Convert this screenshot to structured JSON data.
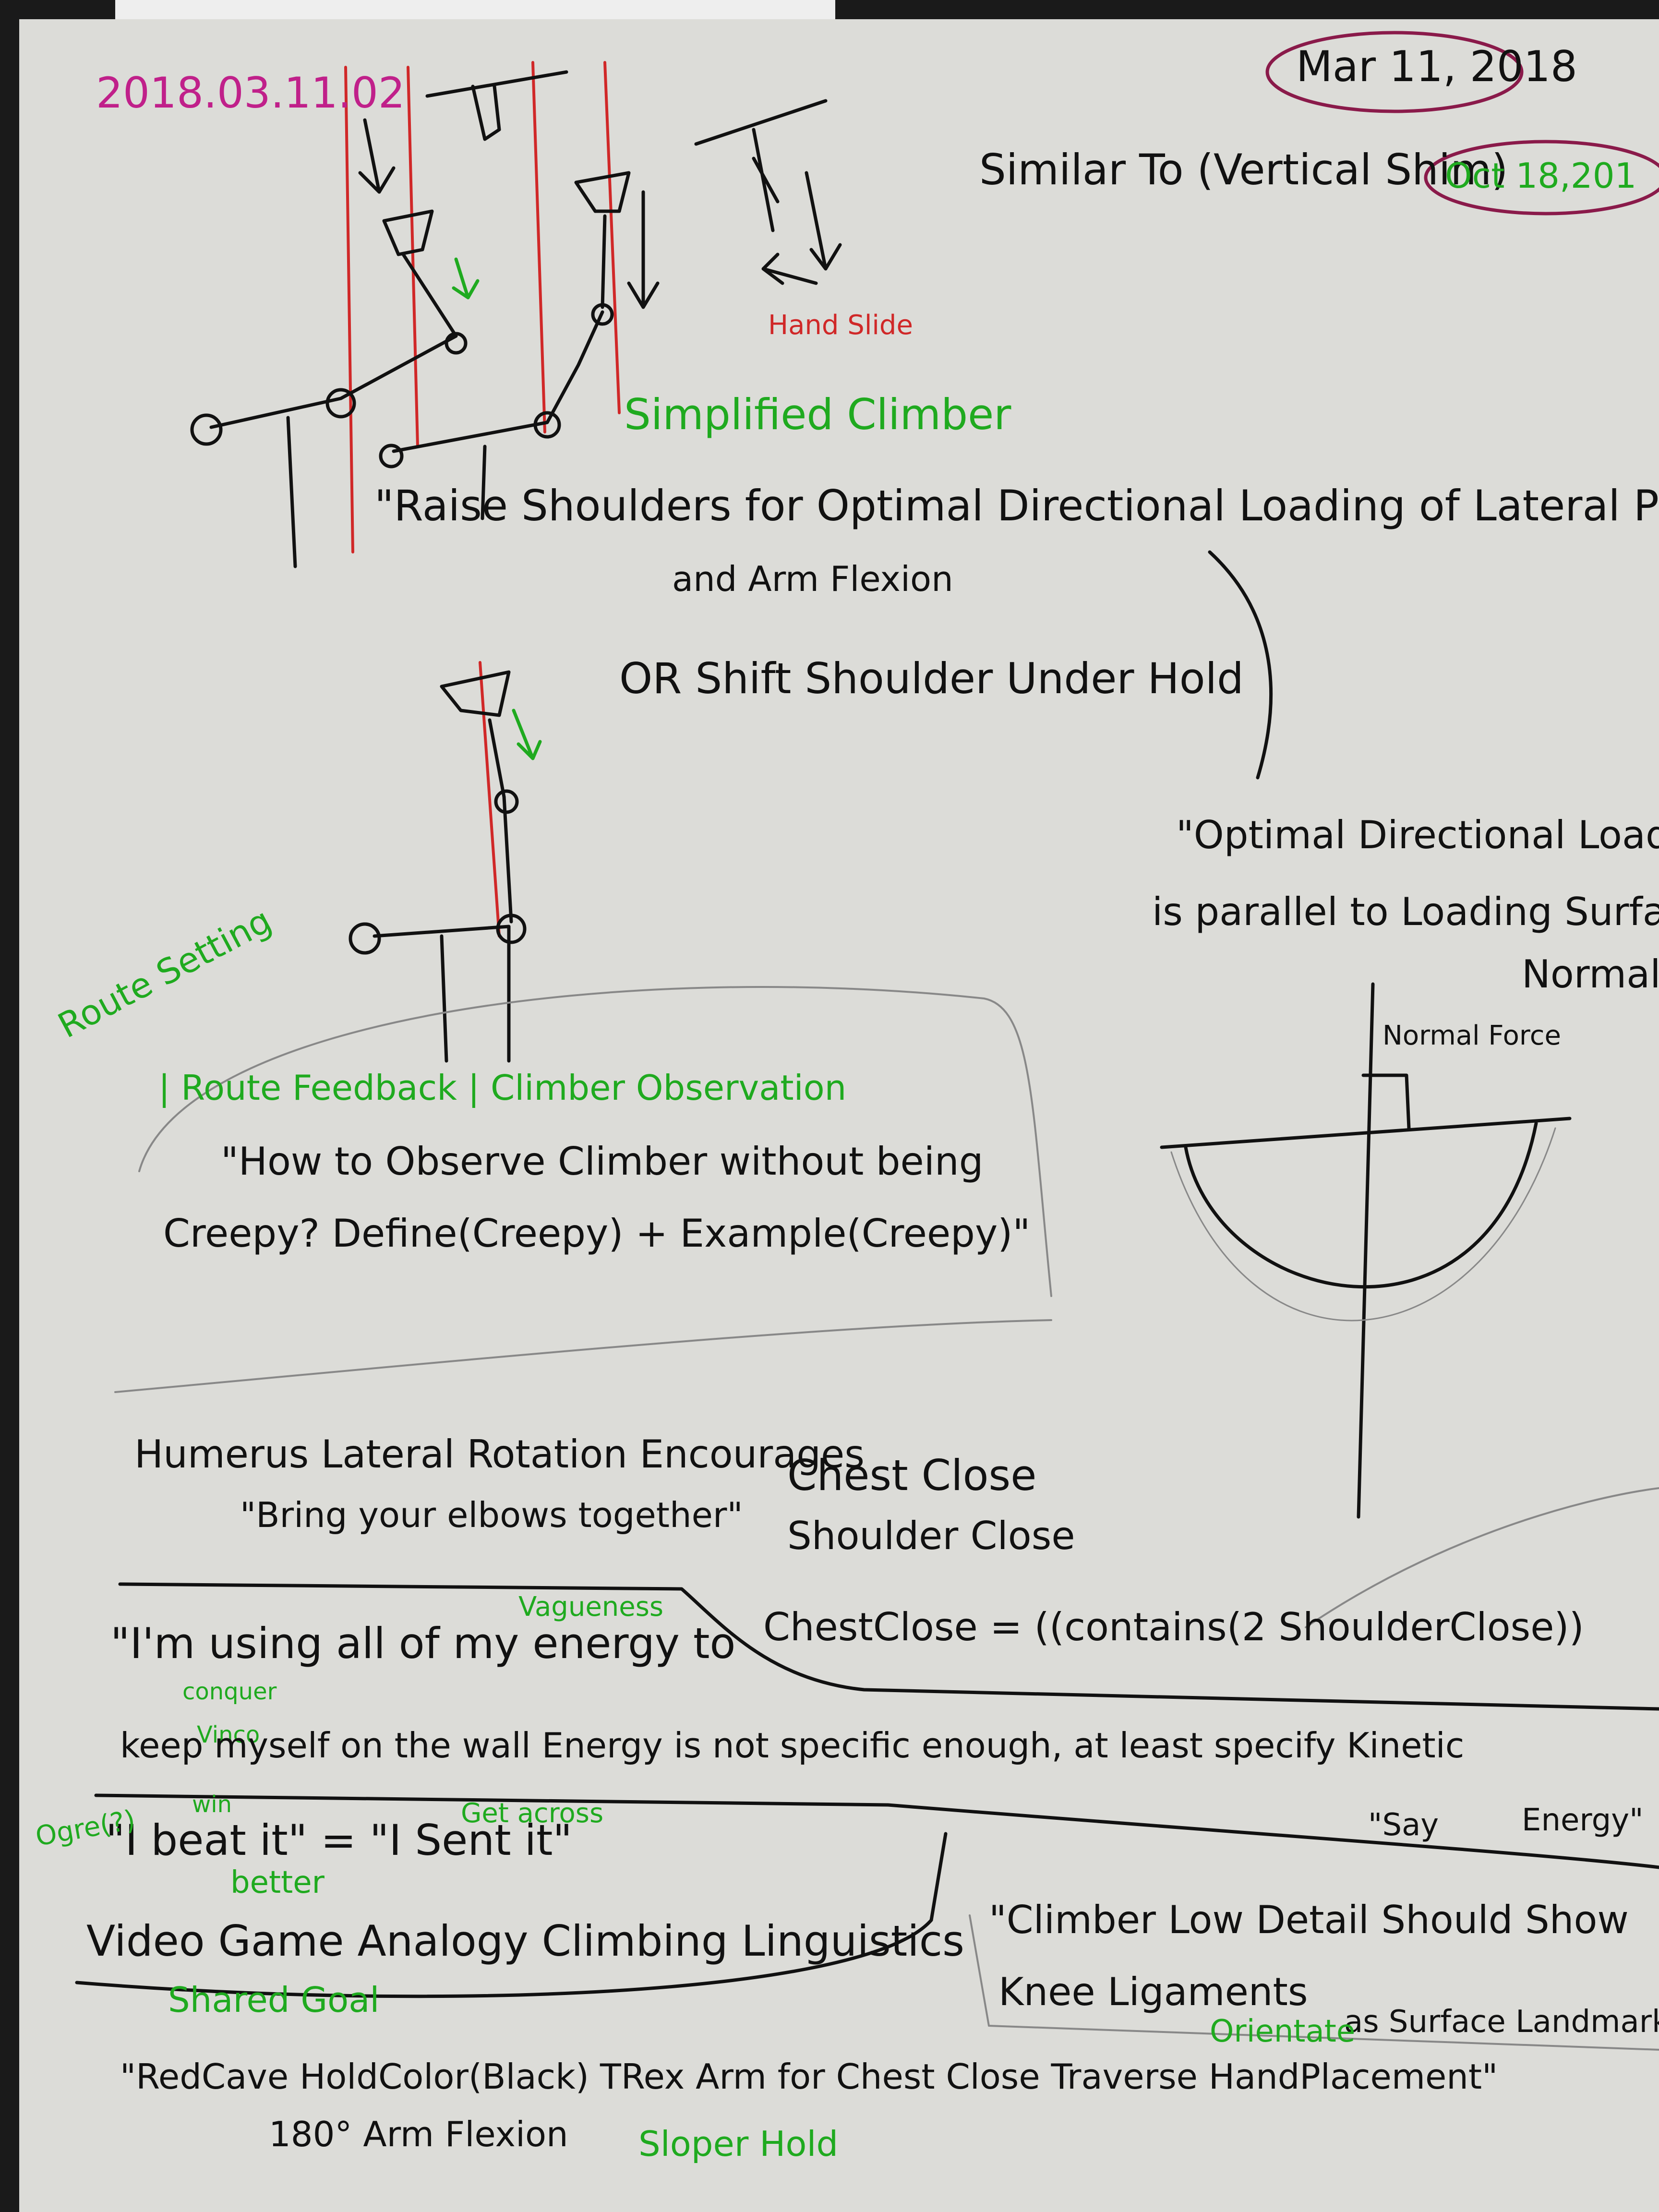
{
  "header": {
    "id_stamp": "2018.03.11.02",
    "date": "Mar 11, 2018",
    "similar_to": "Similar To (Vertical Shim)",
    "ref_date": "Oct 18,201"
  },
  "sketch_labels": {
    "hand_slide": "Hand Slide",
    "simplified_climber": "Simplified Climber",
    "normal_force": "Normal Force"
  },
  "notes": {
    "raise_shoulders": "\"Raise Shoulders for Optimal Directional Loading of Lateral Pull\"",
    "arm_flexion": "and Arm Flexion",
    "or_shift": "OR Shift Shoulder Under Hold",
    "optimal_loading_1": "\"Optimal Directional Loading",
    "optimal_loading_2": "is parallel to Loading Surface",
    "optimal_loading_3": "Normal\"",
    "route_setting": "Route Setting",
    "route_feedback": "| Route Feedback | Climber Observation",
    "observe_1": "\"How to Observe Climber without being",
    "observe_2": "Creepy? Define(Creepy) + Example(Creepy)\"",
    "humerus": "Humerus Lateral Rotation Encourages",
    "chest_close": "Chest Close",
    "shoulder_close": "Shoulder Close",
    "elbows": "\"Bring your elbows together\"",
    "chest_contains": "ChestClose = ((contains(2 ShoulderClose))",
    "energy_1": "\"I'm using all of my energy to",
    "vagueness": "Vagueness",
    "conquer": "conquer",
    "vinco": "Vinco",
    "win": "win",
    "energy_2": "keep myself on the wall   Energy is not specific enough, at least specify Kinetic",
    "say": "\"Say",
    "energy_word": "Energy\"",
    "beat_it": "\"I beat it\" = \"I Sent it\"",
    "get_across": "Get across",
    "ogre": "Ogre(?)",
    "better": "better",
    "video_game": "Video Game Analogy   Climbing Linguistics",
    "shared_goal": "Shared Goal",
    "climber_low_1": "\"Climber Low Detail Should Show",
    "climber_low_2": "Knee Ligaments",
    "climber_low_3": "as Surface Landmarks",
    "orientate": "Orientate",
    "redcave": "\"RedCave HoldColor(Black)  TRex Arm for Chest Close Traverse HandPlacement\"",
    "arm_flexion_180": "180° Arm Flexion",
    "sloper": "Sloper Hold"
  },
  "colors": {
    "ink": "#111111",
    "green": "#1faa1f",
    "red": "#d02828",
    "magenta": "#c0208a",
    "paper": "#dcdcd8"
  }
}
